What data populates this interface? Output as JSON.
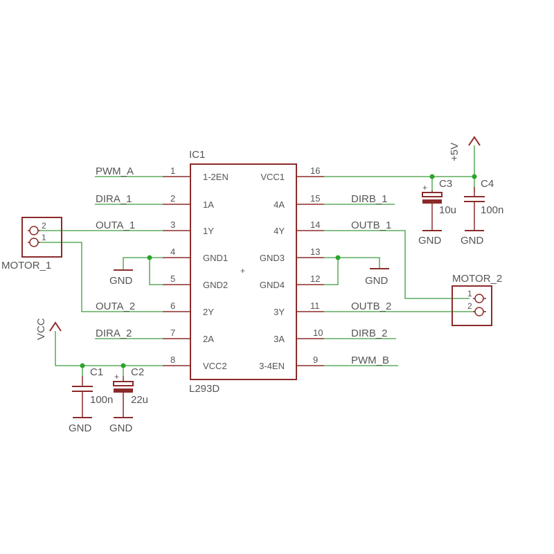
{
  "ic": {
    "ref": "IC1",
    "value": "L293D",
    "left_pins": [
      {
        "num": "1",
        "name": "1-2EN",
        "net": "PWM_A"
      },
      {
        "num": "2",
        "name": "1A",
        "net": "DIRA_1"
      },
      {
        "num": "3",
        "name": "1Y",
        "net": "OUTA_1"
      },
      {
        "num": "4",
        "name": "GND1",
        "net": ""
      },
      {
        "num": "5",
        "name": "GND2",
        "net": ""
      },
      {
        "num": "6",
        "name": "2Y",
        "net": "OUTA_2"
      },
      {
        "num": "7",
        "name": "2A",
        "net": "DIRA_2"
      },
      {
        "num": "8",
        "name": "VCC2",
        "net": ""
      }
    ],
    "right_pins": [
      {
        "num": "16",
        "name": "VCC1",
        "net": ""
      },
      {
        "num": "15",
        "name": "4A",
        "net": "DIRB_1"
      },
      {
        "num": "14",
        "name": "4Y",
        "net": "OUTB_1"
      },
      {
        "num": "13",
        "name": "GND3",
        "net": ""
      },
      {
        "num": "12",
        "name": "GND4",
        "net": ""
      },
      {
        "num": "11",
        "name": "3Y",
        "net": "OUTB_2"
      },
      {
        "num": "10",
        "name": "3A",
        "net": "DIRB_2"
      },
      {
        "num": "9",
        "name": "3-4EN",
        "net": "PWM_B"
      }
    ]
  },
  "motor1": {
    "label": "MOTOR_1",
    "pin_a": "2",
    "pin_b": "1"
  },
  "motor2": {
    "label": "MOTOR_2",
    "pin_a": "1",
    "pin_b": "2"
  },
  "capacitors": {
    "c1": {
      "ref": "C1",
      "value": "100n"
    },
    "c2": {
      "ref": "C2",
      "value": "22u"
    },
    "c3": {
      "ref": "C3",
      "value": "10u"
    },
    "c4": {
      "ref": "C4",
      "value": "100n"
    },
    "polarity_mark": "+"
  },
  "power": {
    "vcc": "VCC",
    "p5v": "+5V",
    "gnd": "GND"
  },
  "ic_center_mark": "+"
}
